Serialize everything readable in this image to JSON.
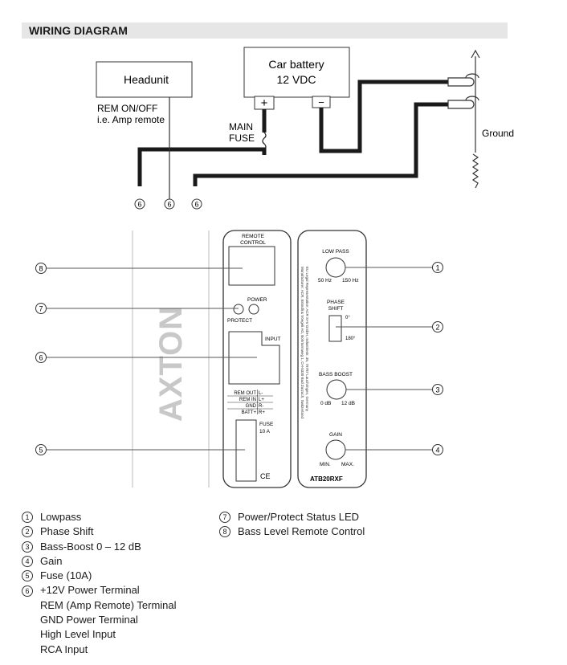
{
  "header": {
    "title": "WIRING DIAGRAM"
  },
  "diagram": {
    "headunit": "Headunit",
    "rem_line1": "REM ON/OFF",
    "rem_line2": "i.e. Amp remote",
    "battery_line1": "Car battery",
    "battery_line2": "12 VDC",
    "plus": "+",
    "minus": "−",
    "fuse_line1": "MAIN",
    "fuse_line2": "FUSE",
    "ground": "Ground",
    "wire_callouts": [
      "6",
      "6",
      "6"
    ]
  },
  "panel_left": {
    "remote_control_1": "REMOTE",
    "remote_control_2": "CONTROL",
    "power": "POWER",
    "protect": "PROTECT",
    "input": "INPUT",
    "terminals": [
      {
        "left": "REM OUT",
        "right": "L-"
      },
      {
        "left": "REM IN",
        "right": "L+"
      },
      {
        "left": "GND",
        "right": "R-"
      },
      {
        "left": "BATT+",
        "right": "R+"
      }
    ],
    "fuse_1": "FUSE",
    "fuse_2": "10 A",
    "ce": "CE",
    "brand": "AXTON"
  },
  "panel_right": {
    "low_pass": "LOW PASS",
    "lp_min": "50 Hz",
    "lp_max": "150 Hz",
    "phase_1": "PHASE",
    "phase_2": "SHIFT",
    "phase_0": "0°",
    "phase_180": "180°",
    "bass_boost": "BASS BOOST",
    "bb_min": "0 dB",
    "bb_max": "12 dB",
    "gain": "GAIN",
    "gain_min": "MIN.",
    "gain_max": "MAX.",
    "model": "ATB20RXF",
    "imprint_1": "EU Legal Representative: ACR S+V GmbH, Industriestr. 35, 79787 Lauchringen, Germany",
    "imprint_2": "Manufacturer: ACR, Brändli & Vöegeli AG, Bohrturmweg 1, CH-5330 Bad Zurzach, Switzerland"
  },
  "callouts": [
    "8",
    "7",
    "6",
    "5",
    "1",
    "2",
    "3",
    "4"
  ],
  "legend_left": [
    {
      "num": "1",
      "label": "Lowpass"
    },
    {
      "num": "2",
      "label": "Phase Shift"
    },
    {
      "num": "3",
      "label": "Bass-Boost 0 – 12 dB"
    },
    {
      "num": "4",
      "label": "Gain"
    },
    {
      "num": "5",
      "label": "Fuse (10A)"
    },
    {
      "num": "6",
      "label": "+12V Power Terminal"
    }
  ],
  "legend_left_sub": [
    "REM (Amp Remote) Terminal",
    "GND Power Terminal",
    "High Level Input",
    "RCA Input"
  ],
  "legend_right": [
    {
      "num": "7",
      "label": "Power/Protect Status LED"
    },
    {
      "num": "8",
      "label": "Bass Level Remote Control"
    }
  ]
}
